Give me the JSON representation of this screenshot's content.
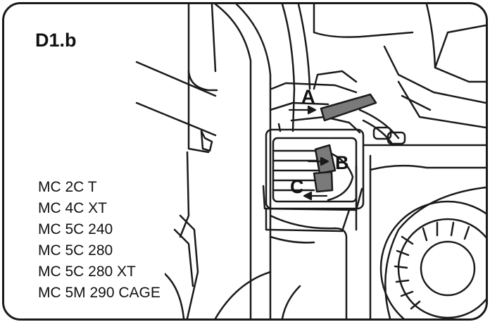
{
  "figure_label": "D1.b",
  "callouts": {
    "a": "A",
    "b": "B",
    "c": "C"
  },
  "models": [
    "MC 2C T",
    "MC 4C XT",
    "MC 5C 240",
    "MC 5C 280",
    "MC 5C 280 XT",
    "MC 5M 290 CAGE"
  ],
  "colors": {
    "line": "#1a1a1a",
    "lever": "#7a7a7a",
    "background": "#ffffff"
  }
}
